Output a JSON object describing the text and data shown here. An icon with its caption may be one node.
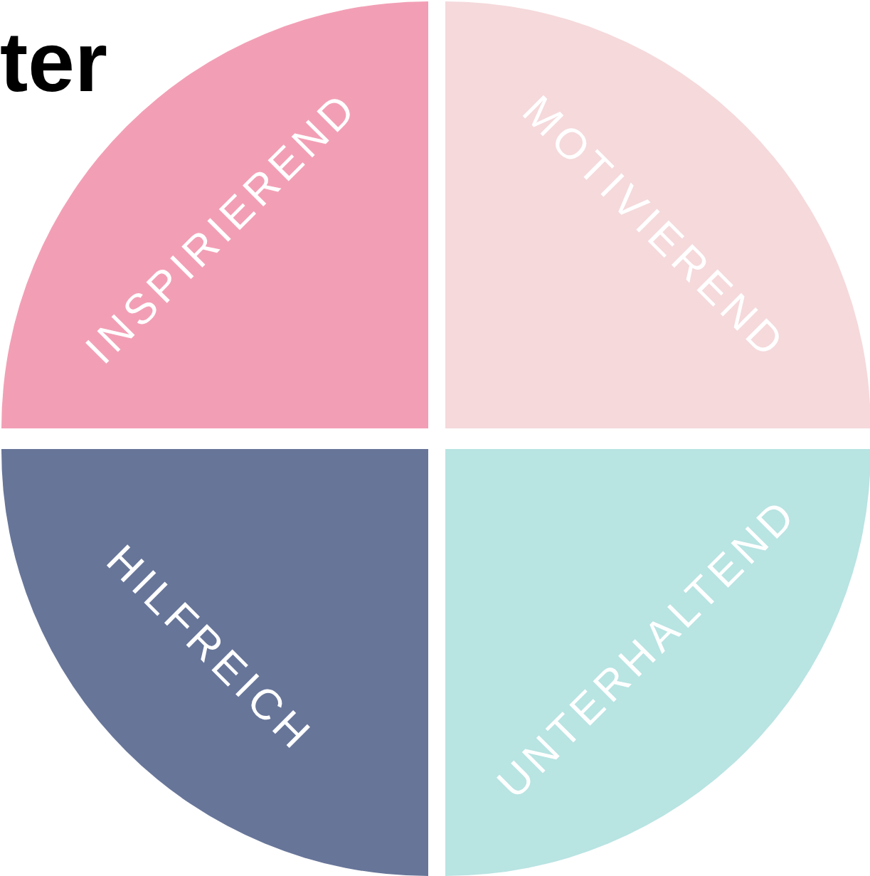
{
  "diagram": {
    "nodes": [
      {
        "text": [
          "INSPIRIEREND"
        ]
      },
      {
        "text": [
          "MOTIVIEREND"
        ]
      },
      {
        "text": [
          "HILFREICH"
        ]
      },
      {
        "text": [
          "UNTERHALTEND"
        ]
      }
    ],
    "labels": [
      "ter"
    ]
  }
}
